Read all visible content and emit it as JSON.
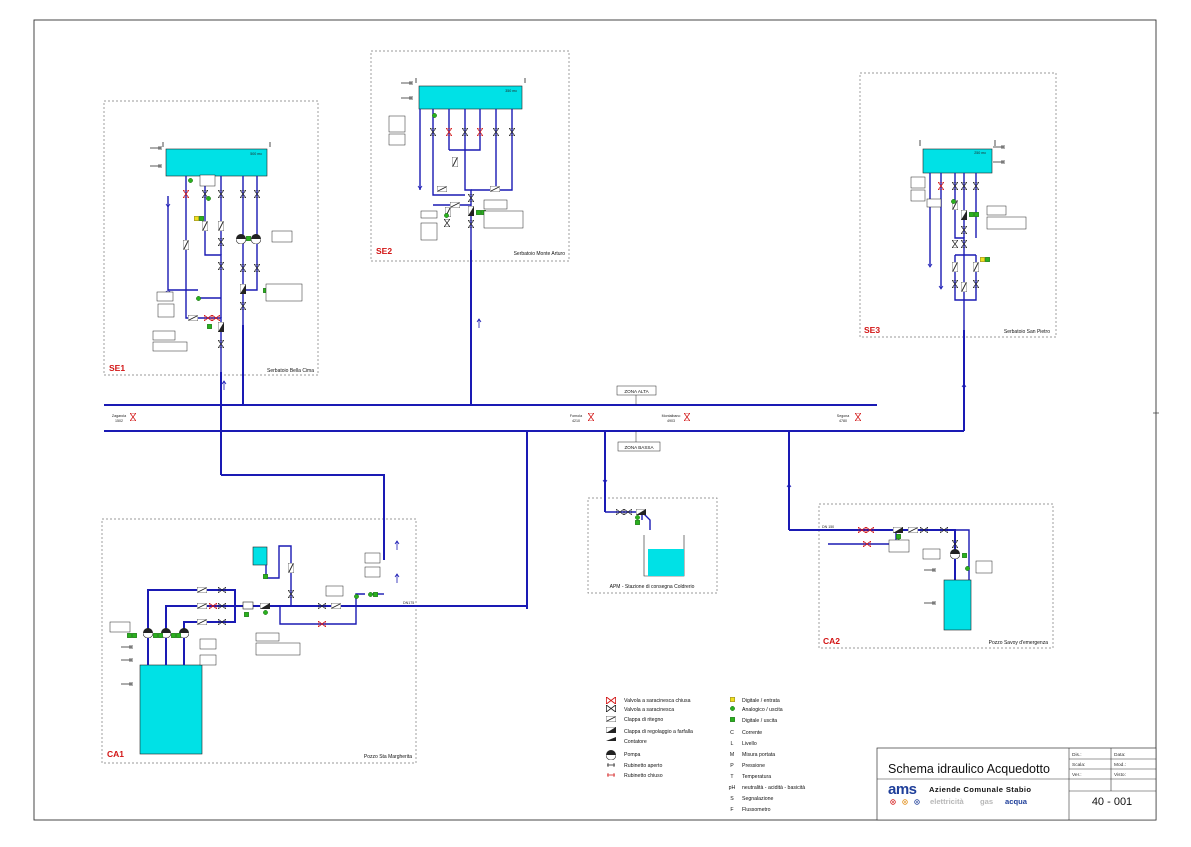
{
  "stations": {
    "se1": {
      "code": "SE1",
      "name": "Serbatoio Bella Cima",
      "volume": "500 mc"
    },
    "se2": {
      "code": "SE2",
      "name": "Serbatoio Monte Arturo",
      "volume": "350 mc"
    },
    "se3": {
      "code": "SE3",
      "name": "Serbatoio San Pietro",
      "volume": "250 mc"
    },
    "ca1": {
      "code": "CA1",
      "name": "Pozzo Sta Margherita"
    },
    "ca2": {
      "code": "CA2",
      "name": "Pozzo Savoy d'emergenza"
    },
    "apm": {
      "name": "APM - Stazione di consegna Coldrerio"
    }
  },
  "zones": {
    "alta": "ZONA ALTA",
    "bassa": "ZONA BASSA"
  },
  "network_labels": {
    "zagarola": [
      "Zagarola",
      "1502"
    ],
    "fornola": [
      "Fornola",
      "4210"
    ],
    "montalbano": [
      "Montalbano",
      "4903"
    ],
    "segona": [
      "Segona",
      "4780"
    ],
    "dn_ca1": "DN175",
    "dn_ca2": "DN 150"
  },
  "legend": {
    "left": [
      "Valvola a saracinesca chiusa",
      "Valvola a saracinesca",
      "Clappa di ritegno",
      "Clappa di regolaggio a farfalla",
      "Contatore",
      "Pompa",
      "Rubinetto aperto",
      "Rubinetto chiuso"
    ],
    "right_io": [
      "Digitale / entrata",
      "Analogico / uscita",
      "Digitale / uscita"
    ],
    "right_abbr": [
      {
        "sym": "C",
        "text": "Corrente"
      },
      {
        "sym": "L",
        "text": "Livello"
      },
      {
        "sym": "M",
        "text": "Misura portata"
      },
      {
        "sym": "P",
        "text": "Pressione"
      },
      {
        "sym": "T",
        "text": "Temperatura"
      },
      {
        "sym": "pH",
        "text": "neutralità - acidità - basicità"
      },
      {
        "sym": "S",
        "text": "Segnalazione"
      },
      {
        "sym": "F",
        "text": "Flussometro"
      }
    ]
  },
  "title_block": {
    "title": "Schema idraulico Acquedotto",
    "logo": "ams",
    "company": "Aziende Comunale Stabio",
    "sectors": [
      "elettricità",
      "gas",
      "acqua"
    ],
    "fields": [
      {
        "label": "Dis.:"
      },
      {
        "label": "Data:"
      },
      {
        "label": "Scala:"
      },
      {
        "label": "Mod.:"
      },
      {
        "label": "Ver.:"
      },
      {
        "label": "Visto:"
      }
    ],
    "number": "40 - 001"
  },
  "colors": {
    "pipe": "#1a1ab4",
    "water": "#00e1e6",
    "accent": "#d21414",
    "sensor": "#2ab01e",
    "digital_in": "#f0e020"
  }
}
